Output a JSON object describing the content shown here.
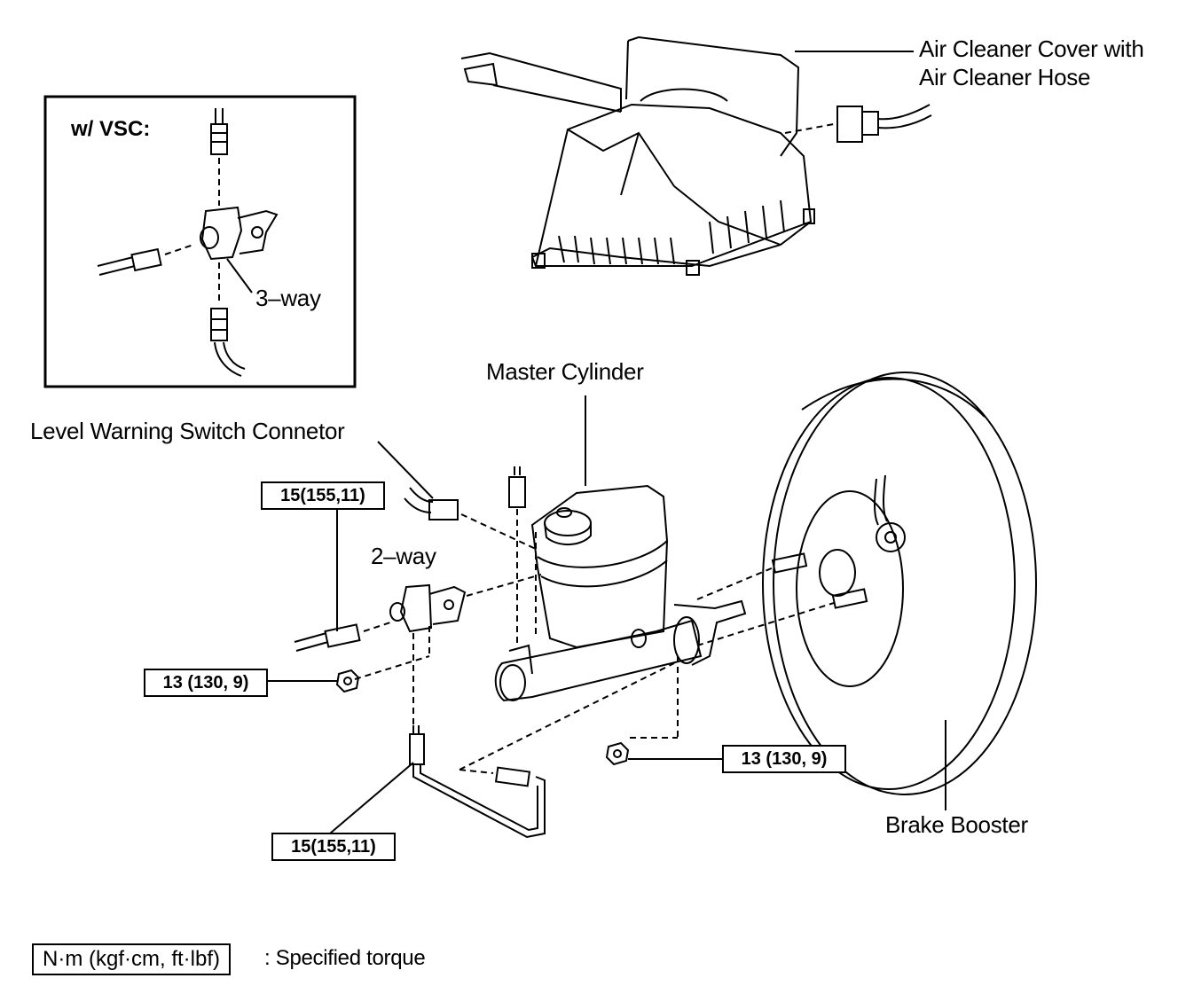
{
  "inset": {
    "title": "w/ VSC:",
    "three_way_label": "3–way"
  },
  "labels": {
    "air_cleaner_line1": "Air Cleaner Cover with",
    "air_cleaner_line2": "Air Cleaner Hose",
    "master_cylinder": "Master Cylinder",
    "level_warning": "Level Warning Switch Connetor",
    "two_way": "2–way",
    "brake_booster": "Brake Booster"
  },
  "torques": {
    "top_left": "15(155,11)",
    "mid_left": "13 (130, 9)",
    "mid_right": "13 (130, 9)",
    "bottom_left": "15(155,11)"
  },
  "legend": {
    "unit": "N·m (kgf·cm, ft·lbf)",
    "text": ": Specified torque"
  }
}
